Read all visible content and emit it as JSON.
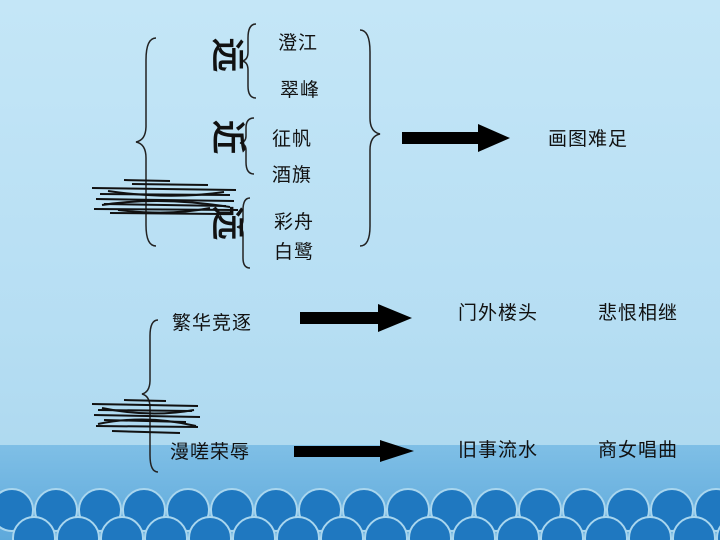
{
  "colors": {
    "background": "#bfe3f6",
    "sea": "#6db3e0",
    "wave": "#1f78c0",
    "ink": "#111111"
  },
  "top_section": {
    "glyphs": [
      "远",
      "近",
      "远"
    ],
    "pairs": [
      {
        "a": "澄江",
        "b": "翠峰"
      },
      {
        "a": "征帆",
        "b": "酒旗"
      },
      {
        "a": "彩舟",
        "b": "白鹭"
      }
    ],
    "result": "画图难足"
  },
  "bottom_section": {
    "rows": [
      {
        "label": "繁华竞逐",
        "result_a": "门外楼头",
        "result_b": "悲恨相继"
      },
      {
        "label": "漫嗟荣辱",
        "result_a": "旧事流水",
        "result_b": "商女唱曲"
      }
    ]
  }
}
